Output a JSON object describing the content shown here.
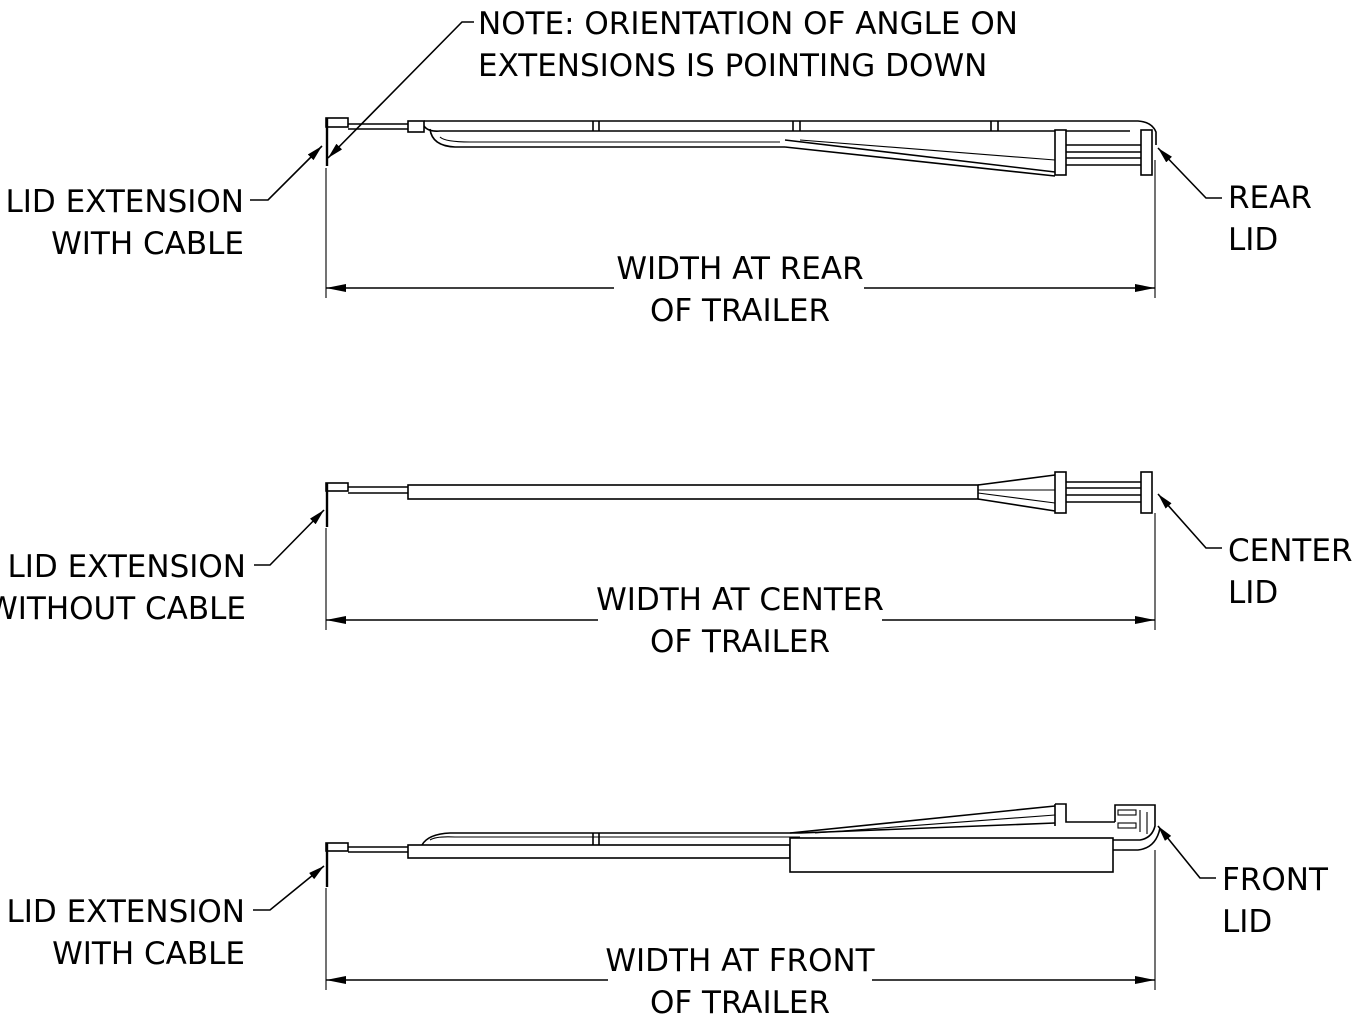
{
  "note": {
    "line1": "NOTE: ORIENTATION OF ANGLE ON",
    "line2": "EXTENSIONS IS POINTING DOWN"
  },
  "views": {
    "rear": {
      "left_label": [
        "LID EXTENSION",
        "WITH CABLE"
      ],
      "right_label": [
        "REAR",
        "LID"
      ],
      "dimension": [
        "WIDTH AT REAR",
        "OF TRAILER"
      ]
    },
    "center": {
      "left_label": [
        "LID EXTENSION",
        "WITHOUT CABLE"
      ],
      "right_label": [
        "CENTER",
        "LID"
      ],
      "dimension": [
        "WIDTH AT CENTER",
        "OF TRAILER"
      ]
    },
    "front": {
      "left_label": [
        "LID EXTENSION",
        "WITH CABLE"
      ],
      "right_label": [
        "FRONT",
        "LID"
      ],
      "dimension": [
        "WIDTH AT FRONT",
        "OF TRAILER"
      ]
    }
  }
}
